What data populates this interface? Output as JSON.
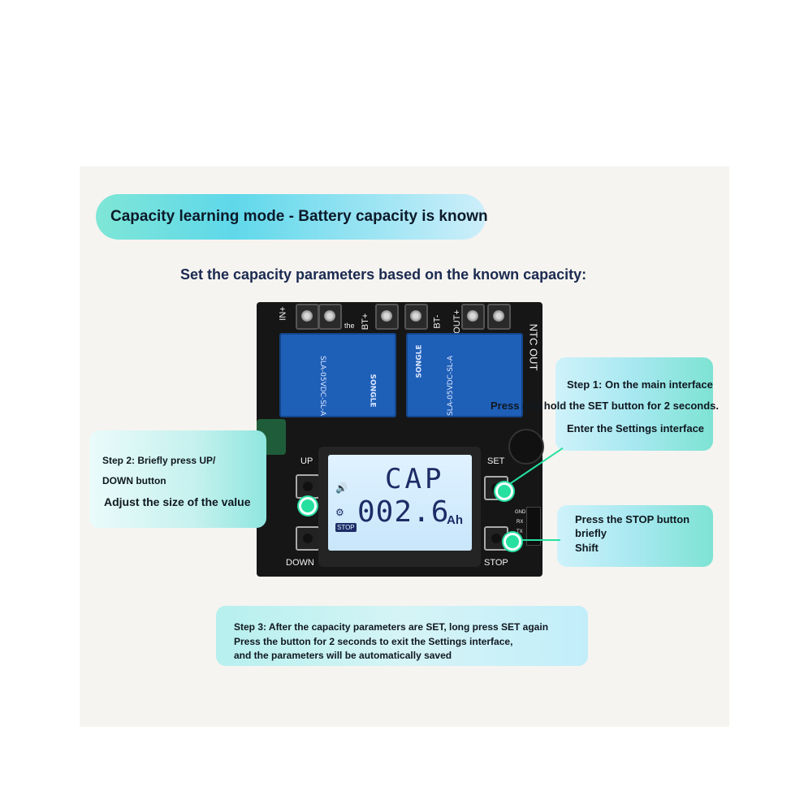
{
  "title": "Capacity learning mode - Battery capacity is known",
  "subtitle": "Set the capacity parameters based on the known capacity:",
  "board": {
    "terminals": [
      "IN+",
      "BT+",
      "BT-",
      "OUT+"
    ],
    "connector_top_label": "the",
    "ntc_label": "NTC OUT",
    "relay_left": "SLA-05VDC-SL-A",
    "relay_right": "SLA-05VDC-SL-A",
    "relay_brand": "SONGLE",
    "lcd_top": "CAP",
    "lcd_value": "002.6",
    "lcd_unit": "Ah",
    "btn_up": "UP",
    "btn_down": "DOWN",
    "btn_set": "SET",
    "btn_stop": "STOP",
    "header_pins": [
      "GND",
      "RX",
      "TX"
    ]
  },
  "step1": {
    "line1": "Step 1: On the main interface",
    "line2": "Press and hold the SET button for 2 seconds.",
    "line3": "Enter the Settings interface"
  },
  "step2": {
    "line1": "Step 2: Briefly press UP/",
    "line2": "DOWN button",
    "line3": "Adjust the size of the value"
  },
  "stop_card": {
    "line1": "Press the STOP button",
    "line2": "briefly",
    "line3": "Shift"
  },
  "step3": {
    "line1": "Step 3: After the capacity parameters are SET, long press SET again",
    "line2": "Press the button for 2 seconds to exit the Settings interface,",
    "line3": "and the parameters will be automatically saved"
  },
  "colors": {
    "accent": "#26e0a0",
    "relay": "#1e5fb8",
    "lcd": "#c9e6fb",
    "board": "#161616"
  }
}
